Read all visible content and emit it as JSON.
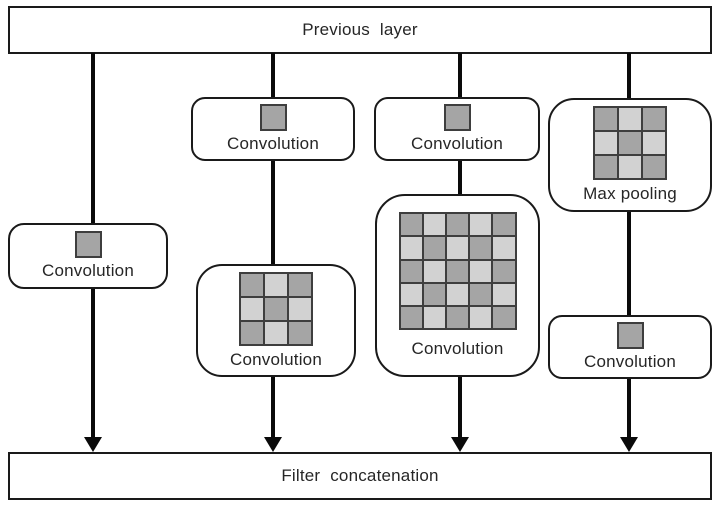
{
  "diagram": {
    "top_bar": {
      "label": "Previous layer"
    },
    "bottom_bar": {
      "label": "Filter concatenation"
    },
    "colors": {
      "dark_cell": "#a5a5a5",
      "light_cell": "#d2d2d2",
      "grid_line": "#3e3e3e",
      "connector": "#0a0a0a",
      "box_border": "#1a1a1a",
      "text": "#262626",
      "bg": "#ffffff"
    },
    "branches": [
      {
        "name": "branch-1",
        "nodes": [
          {
            "label": "Convolution",
            "kernel": 1
          }
        ]
      },
      {
        "name": "branch-2",
        "nodes": [
          {
            "label": "Convolution",
            "kernel": 1
          },
          {
            "label": "Convolution",
            "kernel": 3
          }
        ]
      },
      {
        "name": "branch-3",
        "nodes": [
          {
            "label": "Convolution",
            "kernel": 1
          },
          {
            "label": "Convolution",
            "kernel": 5
          }
        ]
      },
      {
        "name": "branch-4",
        "nodes": [
          {
            "label": "Max pooling",
            "kernel": 3
          },
          {
            "label": "Convolution",
            "kernel": 1
          }
        ]
      }
    ]
  }
}
